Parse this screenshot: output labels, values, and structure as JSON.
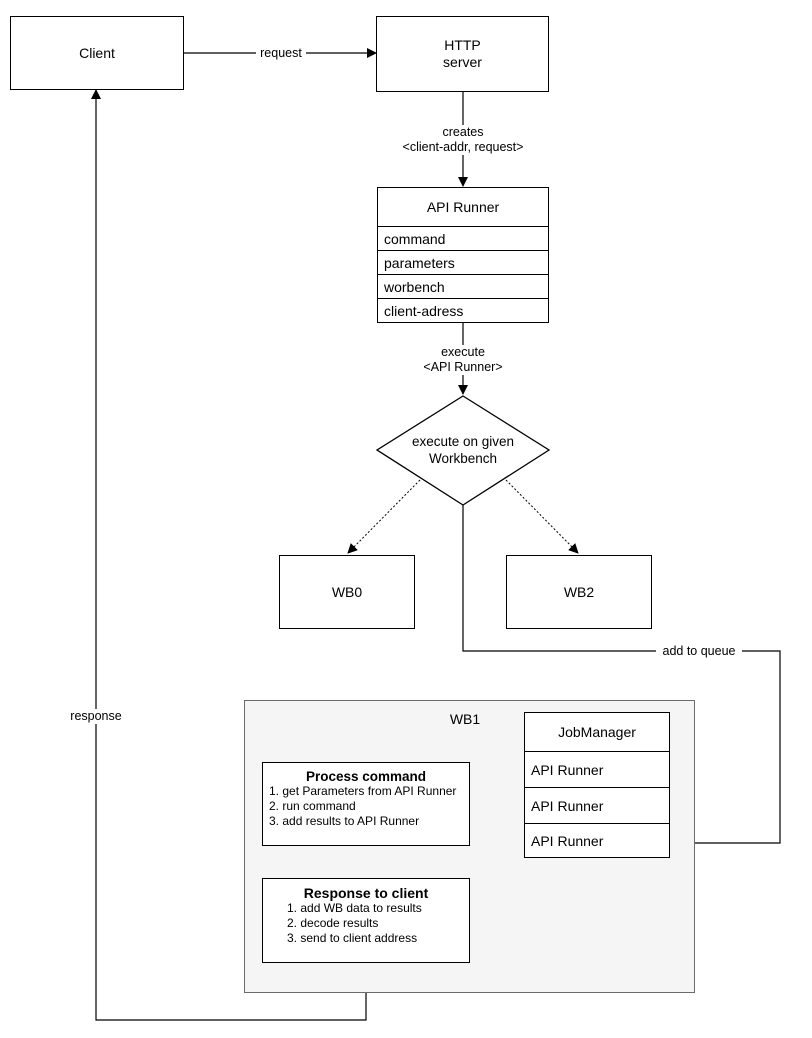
{
  "nodes": {
    "client": "Client",
    "http_server": "HTTP\nserver",
    "api_runner": {
      "title": "API Runner",
      "fields": [
        "command",
        "parameters",
        "worbench",
        "client-adress"
      ]
    },
    "decision": "execute on given\nWorkbench",
    "wb0": "WB0",
    "wb2": "WB2",
    "wb1": "WB1",
    "job_manager": {
      "title": "JobManager",
      "items": [
        "API Runner",
        "API Runner",
        "API Runner"
      ]
    },
    "process": {
      "title": "Process command",
      "steps": [
        "1. get Parameters from API Runner",
        "2. run command",
        "3. add results to API Runner"
      ]
    },
    "response": {
      "title": "Response to client",
      "steps": [
        "1. add  WB data to results",
        "2. decode results",
        "3. send to client address"
      ]
    }
  },
  "edges": {
    "request": "request",
    "creates": "creates\n<client-addr, request>",
    "execute": "execute\n<API Runner>",
    "add_to_queue": "add to queue",
    "response": "response"
  },
  "colors": {
    "line": "#000000",
    "container_fill": "#f5f5f5",
    "container_border": "#6b6b6b"
  }
}
